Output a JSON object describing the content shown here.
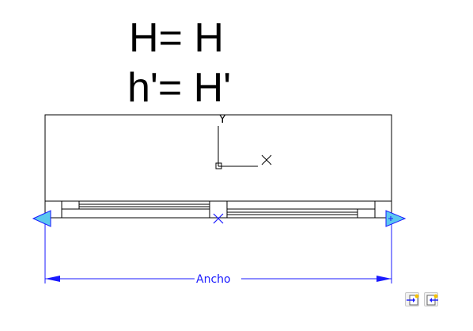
{
  "equations": {
    "line1": "H= H",
    "line2": "h'= H'"
  },
  "axis": {
    "y_label": "Y",
    "x_label": "X"
  },
  "dimension": {
    "label": "Ancho"
  },
  "colors": {
    "drawing": "#000000",
    "dimension": "#1a1aff",
    "grip": "#5bc8ee",
    "background": "#ffffff"
  },
  "toolbar": {
    "icons": [
      "insert-block-icon",
      "edit-block-icon"
    ]
  }
}
